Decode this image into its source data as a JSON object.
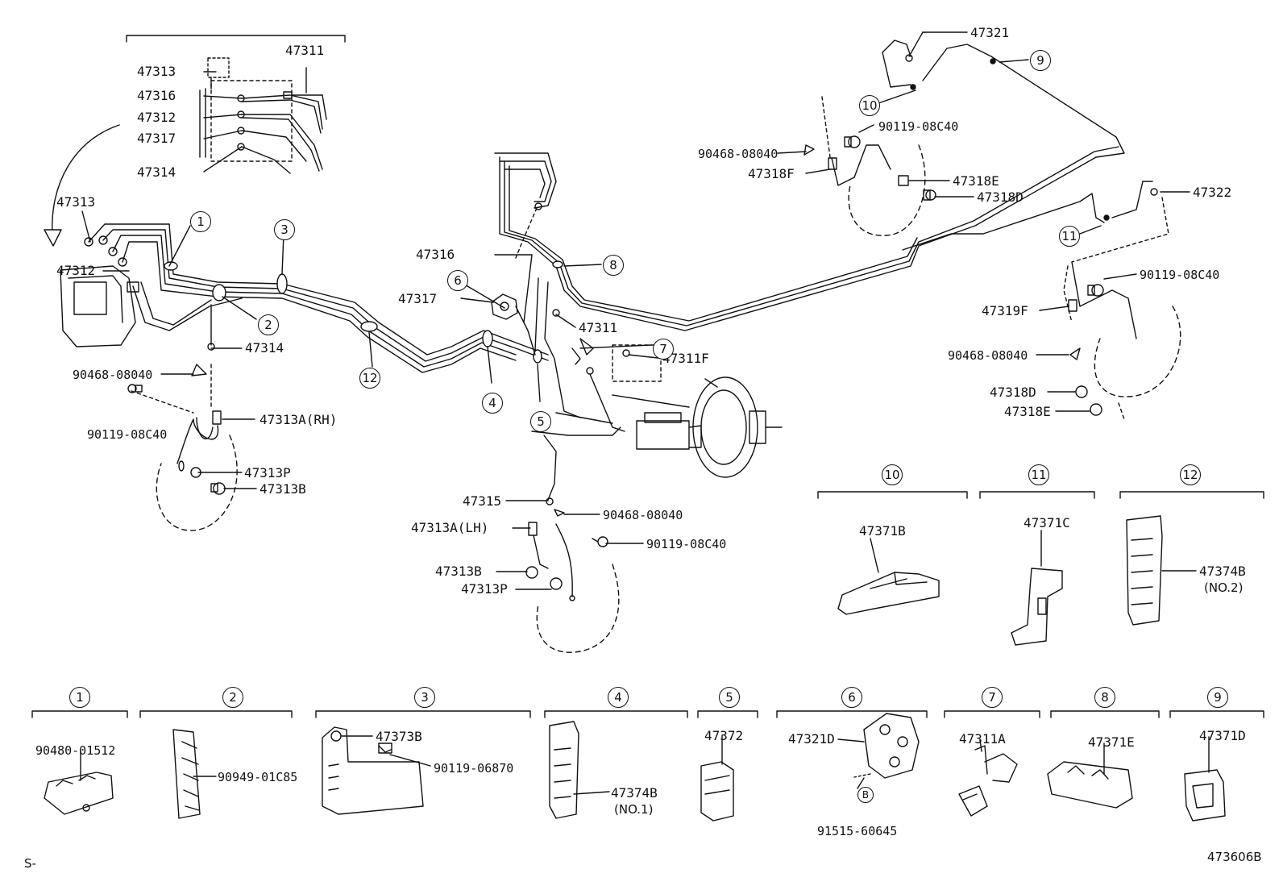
{
  "labels": {
    "p47311_top": "47311",
    "p47313_top": "47313",
    "p47316_top": "47316",
    "p47312_top": "47312",
    "p47317_top": "47317",
    "p47314_top": "47314",
    "p47313_left": "47313",
    "p47312_left": "47312",
    "p47314_left": "47314",
    "p90468_left": "90468-08040",
    "p90119_left": "90119-08C40",
    "p47313A_rh": "47313A(RH)",
    "p47313P_left": "47313P",
    "p47313B_left": "47313B",
    "p47316_mid": "47316",
    "p47317_mid": "47317",
    "p47311_mid": "47311",
    "p47311F": "47311F",
    "p47315": "47315",
    "p90468_mid": "90468-08040",
    "p47313A_lh": "47313A(LH)",
    "p90119_mid": "90119-08C40",
    "p47313B_mid": "47313B",
    "p47313P_mid": "47313P",
    "p47321": "47321",
    "p90119_rt": "90119-08C40",
    "p90468_rt": "90468-08040",
    "p47318F": "47318F",
    "p47318E_rt": "47318E",
    "p47318D_rt": "47318D",
    "p47322": "47322",
    "p90119_rt2": "90119-08C40",
    "p47319F": "47319F",
    "p90468_rt2": "90468-08040",
    "p47318D_rt2": "47318D",
    "p47318E_rt2": "47318E",
    "p47371B": "47371B",
    "p47371C": "47371C",
    "p47374B_no2": "47374B",
    "no2": "(NO.2)",
    "p90480": "90480-01512",
    "p90949": "90949-01C85",
    "p47373B": "47373B",
    "p90119_06870": "90119-06870",
    "p47374B_no1": "47374B",
    "no1": "(NO.1)",
    "p47372": "47372",
    "p47321D": "47321D",
    "p91515": "91515-60645",
    "p47311A": "47311A",
    "p47371E": "47371E",
    "p47371D": "47371D",
    "b_marker": "B",
    "corner_left": "S-",
    "figure_id": "473606B"
  },
  "callouts": {
    "c1": "1",
    "c2": "2",
    "c3": "3",
    "c4": "4",
    "c5": "5",
    "c6": "6",
    "c7": "7",
    "c8": "8",
    "c9": "9",
    "c10": "10",
    "c11": "11",
    "c12": "12",
    "k1": "1",
    "k2": "2",
    "k3": "3",
    "k4": "4",
    "k5": "5",
    "k6": "6",
    "k7": "7",
    "k8": "8",
    "k9": "9",
    "k10": "10",
    "k11": "11",
    "k12": "12"
  }
}
